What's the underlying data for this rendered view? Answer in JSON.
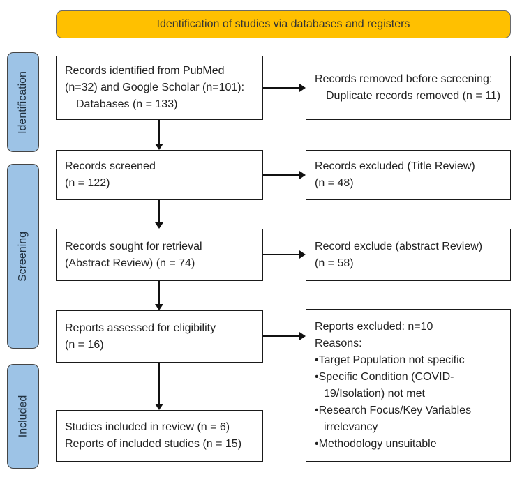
{
  "banner": {
    "label": "Identification of studies via databases and registers"
  },
  "sidebar": [
    {
      "label": "Identification"
    },
    {
      "label": "Screening"
    },
    {
      "label": "Included"
    }
  ],
  "boxes": {
    "records_identified": {
      "line1": "Records identified from PubMed",
      "line2": "(n=32) and Google Scholar (n=101):",
      "line3": "Databases (n = 133)"
    },
    "records_removed": {
      "line1": "Records removed before screening:",
      "line2": "Duplicate records removed (n = 11)"
    },
    "records_screened": {
      "line1": "Records screened",
      "line2": "(n = 122)"
    },
    "excluded_title": {
      "line1": "Records excluded (Title Review)",
      "line2": "(n = 48)"
    },
    "records_retrieval": {
      "line1": "Records sought for retrieval",
      "line2": "(Abstract Review) (n = 74)"
    },
    "excluded_abstract": {
      "line1": "Record exclude (abstract Review)",
      "line2": "(n = 58)"
    },
    "reports_assessed": {
      "line1": "Reports assessed for eligibility",
      "line2": "(n = 16)"
    },
    "reports_excluded": {
      "line1": "Reports excluded: n=10",
      "line2": "Reasons:",
      "bullets": [
        "Target Population not specific",
        "Specific Condition (COVID-19/Isolation) not met",
        "Research Focus/Key Variables irrelevancy",
        "Methodology unsuitable"
      ]
    },
    "studies_included": {
      "line1": "Studies included in review (n = 6)",
      "line2": "Reports of included studies (n = 15)"
    }
  },
  "colors": {
    "banner_fill": "#FFC000",
    "sidebar_fill": "#9DC3E6",
    "box_border": "#1a1a1a",
    "text": "#212121"
  }
}
